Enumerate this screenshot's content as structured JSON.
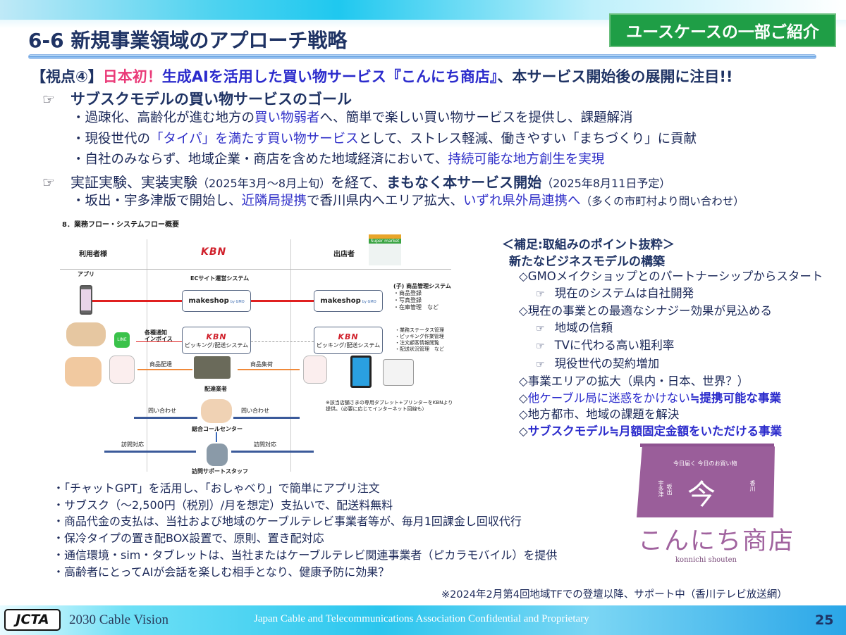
{
  "header": {
    "title": "6-6  新規事業領域のアプローチ戦略",
    "badge": "ユースケースの一部ご紹介"
  },
  "headline": {
    "prefix": "【視点④】",
    "first": "日本初！",
    "main": "生成AIを活用した買い物サービス『こんにち商店』",
    "suffix": "、本サービス開始後の展開に注目!!"
  },
  "section1": {
    "icon": "☞",
    "title": "サブスクモデルの買い物サービスのゴール",
    "bullets": [
      [
        {
          "t": "・過疎化、高齢化が進む地方の"
        },
        {
          "t": "買い物弱者",
          "hl": true
        },
        {
          "t": "へ、簡単で楽しい買い物サービスを提供し、課題解消"
        }
      ],
      [
        {
          "t": "・現役世代の"
        },
        {
          "t": "「タイパ」を満たす買い物サービス",
          "hl": true
        },
        {
          "t": "として、ストレス軽減、働きやすい「まちづくり」に貢献"
        }
      ],
      [
        {
          "t": "・自社のみならず、地域企業・商店を含めた地域経済において、"
        },
        {
          "t": "持続可能な地方創生を実現",
          "hl": true
        }
      ]
    ]
  },
  "section2": {
    "icon": "☞",
    "title_a": "実証実験、実装実験",
    "title_b": "（2025年3月～8月上旬）",
    "title_c": "を経て、",
    "title_d": "まもなく本サービス開始",
    "title_e": "（2025年8月11日予定）",
    "bullets": [
      [
        {
          "t": "・坂出・宇多津版で開始し、"
        },
        {
          "t": "近隣局提携",
          "hl": true
        },
        {
          "t": "で香川県内へエリア拡大、"
        },
        {
          "t": "いずれ県外局連携へ",
          "hl": true
        },
        {
          "t": "（多くの市町村より問い合わせ）",
          "sm": true
        }
      ]
    ]
  },
  "diagram": {
    "title": "8．業務フロー・システムフロー概要",
    "col_user": "利用者様",
    "col_center": "KBN",
    "col_store": "出店者",
    "supermarket": "Super market",
    "app": "アプリ",
    "ec_system": "ECサイト運営システム",
    "makeshop": "makeshop",
    "makeshop_sub": "by GMO",
    "child_system": "(子) 商品管理システム",
    "child_items": [
      "・商品登録",
      "・写真登録",
      "・在庫管理　など"
    ],
    "notify": "各種通知",
    "invoice": "インボイス",
    "line": "LINE",
    "picking": "ピッキング/配送システム",
    "store_items": [
      "・業務ステータス管理",
      "・ピッキング作業管理",
      "・注文顧客情報閲覧",
      "・配送状況管理　など"
    ],
    "deliver": "商品配達",
    "collect": "商品集荷",
    "carrier": "配達業者",
    "tablet_note_1": "※該当店舗さまの専用タブレット+プリンターをKBNより",
    "tablet_note_2": "提供。（必要に応じてインターネット回線も）",
    "inquiry_left": "問い合わせ",
    "inquiry_right": "問い合わせ",
    "call_center": "総合コールセンター",
    "visit_left": "訪問対応",
    "visit_right": "訪問対応",
    "support_staff": "訪問サポートスタッフ"
  },
  "right_panel": {
    "heading": "＜補足:取組みのポイント抜粋＞",
    "subheading": "新たなビジネスモデルの構築",
    "items": [
      {
        "lvl": 1,
        "segs": [
          {
            "t": "◇GMOメイクショップとのパートナーシップからスタート"
          }
        ]
      },
      {
        "lvl": 2,
        "segs": [
          {
            "t": "現在のシステムは自社開発"
          }
        ]
      },
      {
        "lvl": 1,
        "segs": [
          {
            "t": "◇現在の事業との最適なシナジー効果が見込める"
          }
        ]
      },
      {
        "lvl": 2,
        "segs": [
          {
            "t": "地域の信頼"
          }
        ]
      },
      {
        "lvl": 2,
        "segs": [
          {
            "t": "TVに代わる高い粗利率"
          }
        ]
      },
      {
        "lvl": 2,
        "segs": [
          {
            "t": "現役世代の契約増加"
          }
        ]
      },
      {
        "lvl": 1,
        "segs": [
          {
            "t": "◇事業エリアの拡大（県内・日本、世界？）"
          }
        ]
      },
      {
        "lvl": 1,
        "segs": [
          {
            "t": "◇"
          },
          {
            "t": "他ケーブル局に迷惑をかけない",
            "hl": true
          },
          {
            "t": "≒提携可能な事業",
            "hl": true,
            "bold": true
          }
        ]
      },
      {
        "lvl": 1,
        "segs": [
          {
            "t": "◇地方都市、地域の課題を解決"
          }
        ]
      },
      {
        "lvl": 1,
        "segs": [
          {
            "t": "◇"
          },
          {
            "t": "サブスクモデル≒月額固定金額をいただける事業",
            "hl": true,
            "bold": true
          }
        ]
      }
    ],
    "sub_icon": "☞"
  },
  "logo": {
    "tagline": "今日届く 今日のお買い物",
    "kanji": "今",
    "left_a": "坂出",
    "left_b": "宇多津",
    "right": "香川",
    "name": "こんにち商店",
    "romaji": "konnichi shouten"
  },
  "bottom_bullets": [
    "・「チャットGPT」を活用し、「おしゃべり」で簡単にアプリ注文",
    "・サブスク（～2,500円（税別）/月を想定）支払いで、配送料無料",
    "・商品代金の支払は、当社および地域のケーブルテレビ事業者等が、毎月1回課金し回収代行",
    "・保冷タイプの置き配BOX設置で、原則、置き配対応",
    "・通信環境・sim・タブレットは、当社またはケーブルテレビ関連事業者（ピカラモバイル）を提供",
    "・高齢者にとってAIが会話を楽しむ相手となり、健康予防に効果？"
  ],
  "footnote": "※2024年2月第4回地域TFでの登壇以降、サポート中（香川テレビ放送網）",
  "footer": {
    "logo": "JCTA",
    "vision": "2030 Cable Vision",
    "confidential": "Japan Cable and Telecommunications Association Confidential and Proprietary",
    "page": "25"
  }
}
